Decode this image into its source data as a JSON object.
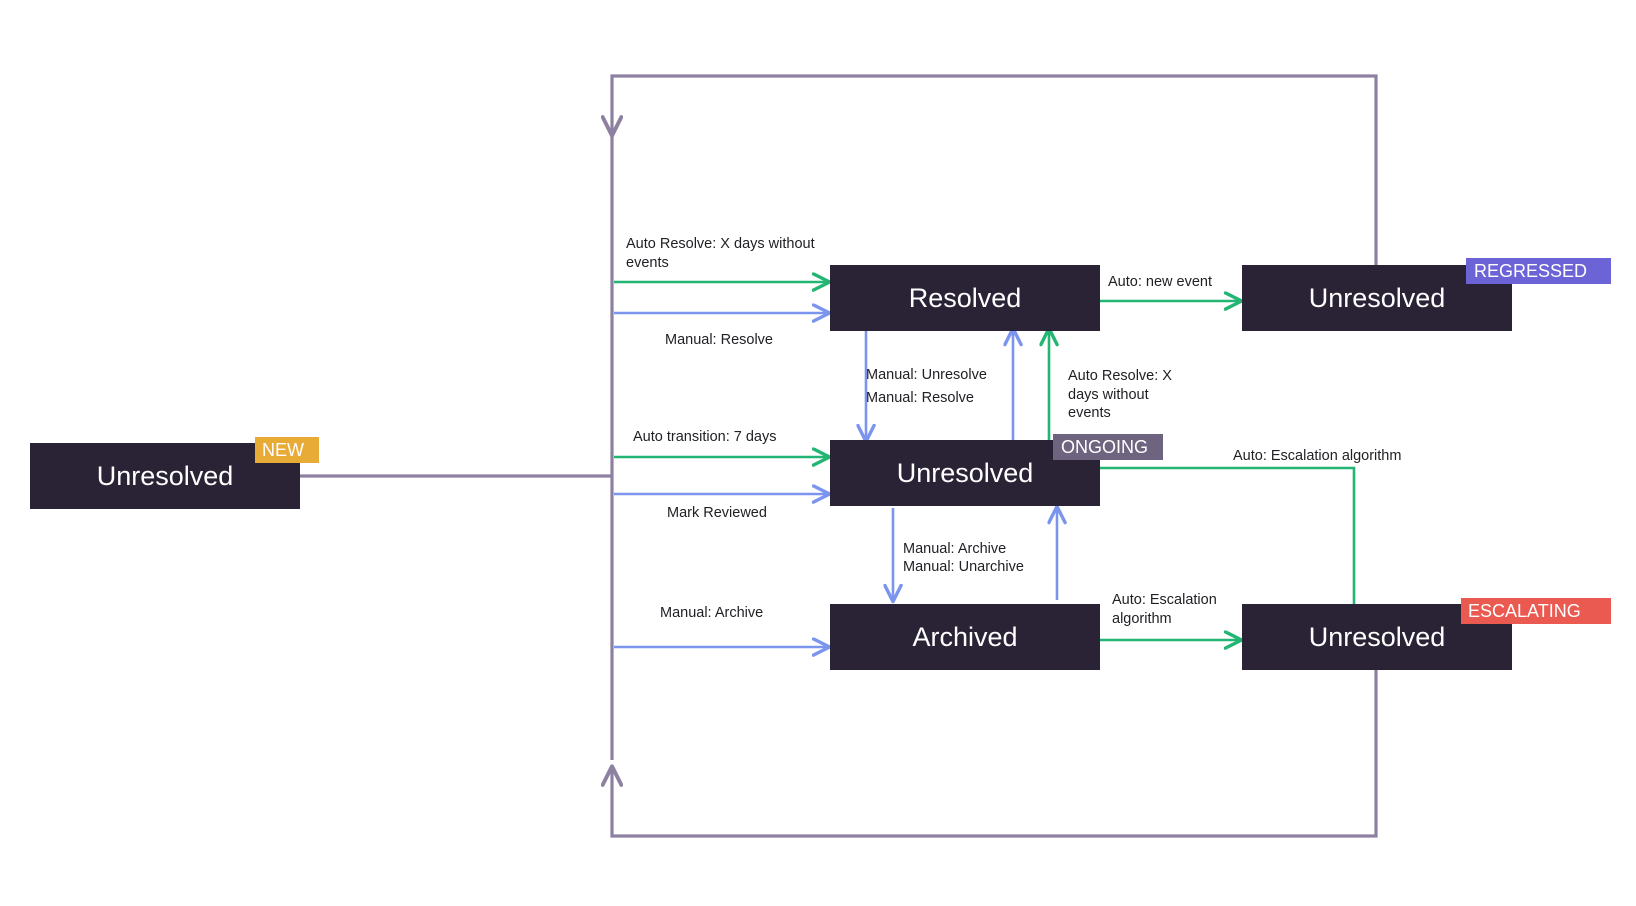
{
  "diagram": {
    "title": "Issue state transition diagram",
    "background": "#ffffff",
    "colors": {
      "state_fill": "#2a2235",
      "state_text": "#ffffff",
      "auto_edge": "#22b573",
      "manual_edge": "#7b95ee",
      "flow_edge": "#8d80a0",
      "badge_new": "#e8ab36",
      "badge_ongoing": "#6e6480",
      "badge_regressed": "#6b63d6",
      "badge_escalating": "#ea5a50"
    }
  },
  "states": [
    {
      "id": "new",
      "label": "Unresolved",
      "badge": "NEW"
    },
    {
      "id": "resolved",
      "label": "Resolved",
      "badge": ""
    },
    {
      "id": "regressed",
      "label": "Unresolved",
      "badge": "REGRESSED"
    },
    {
      "id": "ongoing",
      "label": "Unresolved",
      "badge": "ONGOING"
    },
    {
      "id": "archived",
      "label": "Archived",
      "badge": ""
    },
    {
      "id": "escalating",
      "label": "Unresolved",
      "badge": "ESCALATING"
    }
  ],
  "badges": {
    "new": "NEW",
    "ongoing": "ONGOING",
    "regressed": "REGRESSED",
    "escalating": "ESCALATING"
  },
  "edge_labels": {
    "auto_resolve_days_top_1": "Auto Resolve: X days without",
    "auto_resolve_days_top_2": "events",
    "manual_resolve": "Manual: Resolve",
    "auto_new_event": "Auto: new event",
    "manual_unresolve_mid": "Manual: Unresolve",
    "manual_resolve_mid": "Manual: Resolve",
    "auto_resolve_days_mid_1": "Auto Resolve: X",
    "auto_resolve_days_mid_2": "days without",
    "auto_resolve_days_mid_3": "events",
    "auto_transition_7_days": "Auto transition: 7 days",
    "mark_reviewed": "Mark Reviewed",
    "auto_escalation_top": "Auto: Escalation algorithm",
    "manual_archive_mid_1": "Manual: Archive",
    "manual_unarchive_mid_2": "Manual: Unarchive",
    "manual_archive_bottom": "Manual: Archive",
    "auto_escalation_bottom_1": "Auto: Escalation",
    "auto_escalation_bottom_2": "algorithm"
  }
}
